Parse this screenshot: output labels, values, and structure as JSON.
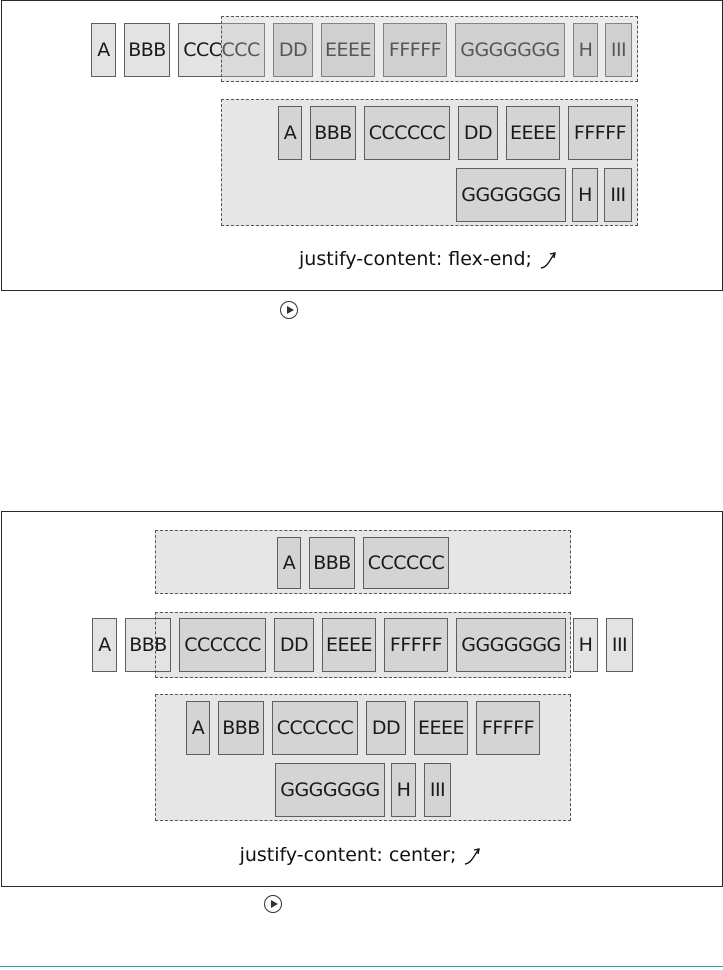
{
  "examples": [
    {
      "caption": "justify-content: flex-end;",
      "items": [
        "A",
        "BBB",
        "CCCCCC",
        "DD",
        "EEEE",
        "FFFFF",
        "GGGGGGG",
        "H",
        "III"
      ]
    },
    {
      "caption": "justify-content: center;",
      "items": [
        "A",
        "BBB",
        "CCCCCC",
        "DD",
        "EEEE",
        "FFFFF",
        "GGGGGGG",
        "H",
        "III"
      ]
    }
  ],
  "icons": {
    "play": "play-circle-icon",
    "arrow": "curved-arrow-icon"
  }
}
